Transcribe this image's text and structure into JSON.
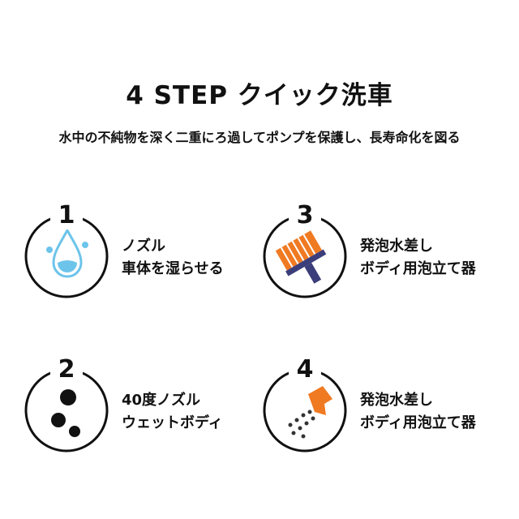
{
  "title": "4 STEP クイック洗車",
  "subtitle": "水中の不純物を深く二重にろ過してポンプを保護し、長寿命化を図る",
  "steps": [
    {
      "number": "1",
      "line1": "ノズル",
      "line2": "車体を湿らせる",
      "icon": "water-drop-icon"
    },
    {
      "number": "3",
      "line1": "発泡水差し",
      "line2": "ボディ用泡立て器",
      "icon": "brush-icon"
    },
    {
      "number": "2",
      "line1": "40度ノズル",
      "line2": "ウェットボディ",
      "icon": "bubbles-icon"
    },
    {
      "number": "4",
      "line1": "発泡水差し",
      "line2": "ボディ用泡立て器",
      "icon": "shower-icon"
    }
  ],
  "colors": {
    "blue": "#6cc4ea",
    "orange": "#f07a22",
    "navy": "#3b3e7a"
  }
}
